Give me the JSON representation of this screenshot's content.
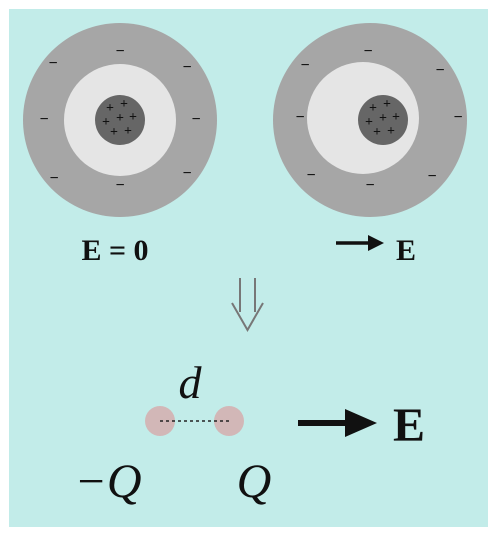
{
  "left_atom": {
    "label": "E = 0",
    "nucleus_sign": "+",
    "electron_sign": "−"
  },
  "right_atom": {
    "label": "E",
    "nucleus_sign": "+",
    "electron_sign": "−"
  },
  "arrow_down_glyph": "⇓",
  "dipole": {
    "separation_label": "d",
    "negative_charge_label": "−Q",
    "positive_charge_label": "Q",
    "field_label": "E"
  },
  "colors": {
    "background": "#c2ece9",
    "outer_cloud": "#a6a6a6",
    "inner_cloud": "#e5e5e5",
    "nucleus": "#666666",
    "dipole_charge": "#d2b7b7"
  }
}
